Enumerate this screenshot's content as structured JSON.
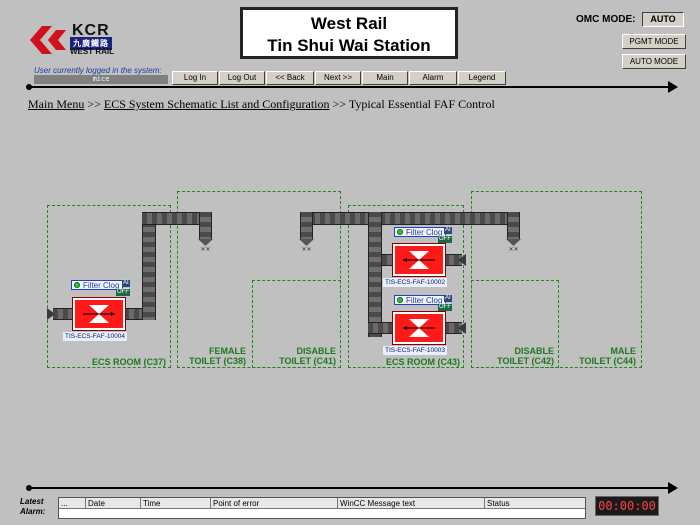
{
  "logo": {
    "kcr": "KCR",
    "chinese": "九廣鐵路",
    "sub": "WEST RAIL"
  },
  "title": {
    "line1": "West Rail",
    "line2": "Tin Shui Wai Station"
  },
  "omc": {
    "label": "OMC MODE:",
    "mode": "AUTO",
    "pgmt_button": "PGMT MODE",
    "auto_button": "AUTO MODE"
  },
  "user": {
    "label": "User currently logged in the system:",
    "name": "mice"
  },
  "nav": {
    "login": "Log In",
    "logout": "Log Out",
    "back": "<< Back",
    "next": "Next >>",
    "main": "Main",
    "alarm": "Alarm",
    "legend": "Legend"
  },
  "breadcrumb": {
    "main_menu": "Main Menu",
    "sep1": ">>",
    "ecs": "ECS System Schematic List and Configuration",
    "sep2": ">>",
    "current": "Typical Essential FAF Control"
  },
  "rooms": [
    {
      "line1": "ECS ROOM (C37)",
      "line2": ""
    },
    {
      "line1": "FEMALE",
      "line2": "TOILET (C38)"
    },
    {
      "line1": "DISABLE",
      "line2": "TOILET (C41)"
    },
    {
      "line1": "ECS ROOM (C43)",
      "line2": ""
    },
    {
      "line1": "DISABLE",
      "line2": "TOILET (C42)"
    },
    {
      "line1": "MALE",
      "line2": "TOILET (C44)"
    }
  ],
  "fans": [
    {
      "id": "TIS-ECS-FAF-10004",
      "filter": "Filter Clog",
      "state": "OFF"
    },
    {
      "id": "TIS-ECS-FAF-10002",
      "filter": "Filter Clog",
      "state": "OFF"
    },
    {
      "id": "TIS-ECS-FAF-10003",
      "filter": "Filter Clog",
      "state": "OFF"
    }
  ],
  "alarm": {
    "label_line1": "Latest",
    "label_line2": "Alarm:",
    "columns": [
      "...",
      "Date",
      "Time",
      "Point of error",
      "WinCC Message text",
      "Status"
    ],
    "clock": "00:00:00"
  },
  "colors": {
    "fan": "#ff1a1a",
    "room_border": "#1c8a1c",
    "duct": "#4a4a4a"
  }
}
